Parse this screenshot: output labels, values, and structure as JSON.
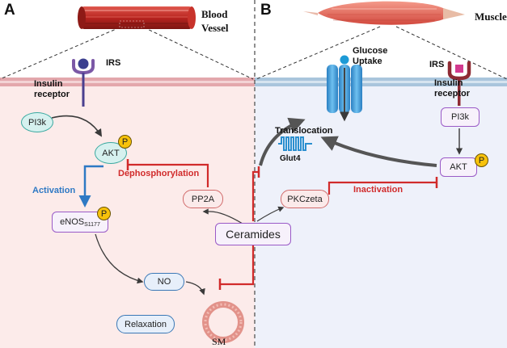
{
  "colors": {
    "left_bg": "#fcebea",
    "right_bg": "#eef1fa",
    "membrane_left": "#e3a7ac",
    "membrane_right": "#a9c5dc",
    "inhibit_red": "#d12b2b",
    "activation_blue": "#2e79c4",
    "arrow_dark": "#3a3a3a",
    "pi3k_teal_fill": "#d6f1ef",
    "pi3k_teal_border": "#3aa9a0",
    "purple_border": "#9a5ac7",
    "red_border": "#d16a6a",
    "blue_border": "#3a78b6",
    "phospho_yellow": "#f7c20b"
  },
  "panel_a": {
    "letter": "A",
    "tissue_label_1": "Blood",
    "tissue_label_2": "Vessel",
    "irs": "IRS",
    "insulin_1": "Insulin",
    "insulin_2": "receptor",
    "pi3k": "PI3k",
    "akt": "AKT",
    "phospho": "P",
    "dephosphorylation": "Dephosphorylation",
    "activation": "Activation",
    "enos_main": "eNOS",
    "enos_sub": "S1177",
    "no": "NO",
    "relaxation": "Relaxation",
    "sm": "SM"
  },
  "panel_b": {
    "letter": "B",
    "tissue_label": "Muscle",
    "glucose_1": "Glucose",
    "glucose_2": "Uptake",
    "irs": "IRS",
    "insulin_1": "Insulin",
    "insulin_2": "receptor",
    "pi3k": "PI3k",
    "akt": "AKT",
    "phospho": "P",
    "translocation": "Translocation",
    "glut4": "Glut4",
    "inactivation": "Inactivation",
    "pkczeta": "PKCzeta",
    "pp2a": "PP2A"
  },
  "center": {
    "ceramides": "Ceramides"
  }
}
